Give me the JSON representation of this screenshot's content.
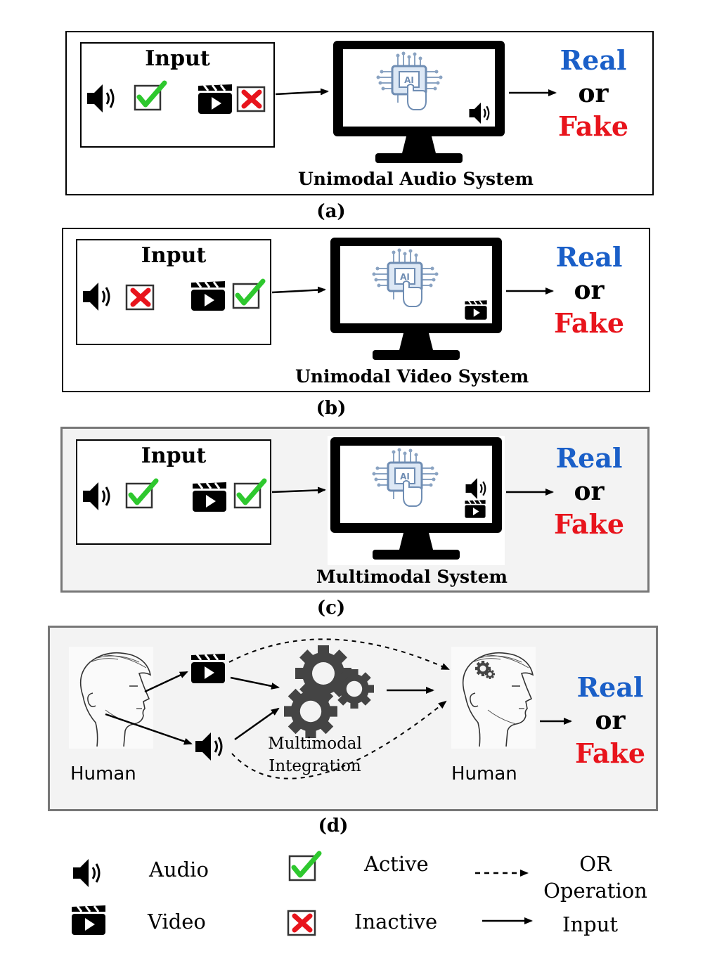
{
  "panels": [
    {
      "id": "a",
      "input_title": "Input",
      "system_label": "Unimodal Audio System",
      "caption": "(a)",
      "audio": "active",
      "video": "inactive"
    },
    {
      "id": "b",
      "input_title": "Input",
      "system_label": "Unimodal Video System",
      "caption": "(b)",
      "audio": "inactive",
      "video": "active"
    },
    {
      "id": "c",
      "input_title": "Input",
      "system_label": "Multimodal System",
      "caption": "(c)",
      "audio": "active",
      "video": "active"
    }
  ],
  "result": {
    "real": "Real",
    "or": "or",
    "fake": "Fake"
  },
  "panel_d": {
    "caption": "(d)",
    "human_left": "Human",
    "human_right": "Human",
    "integration_line1": "Multimodal",
    "integration_line2": "Integration"
  },
  "legend": {
    "audio": "Audio",
    "video": "Video",
    "active": "Active",
    "inactive": "Inactive",
    "or_line1": "OR",
    "or_line2": "Operation",
    "input": "Input"
  },
  "colors": {
    "real": "#1a5fc8",
    "fake": "#e8141c",
    "check": "#2ec82e",
    "cross": "#e8141c",
    "panel_gray_bg": "#f3f3f3",
    "gear": "#444444"
  },
  "icons": [
    "speaker-icon",
    "clapperboard-icon",
    "checkbox-check-icon",
    "checkbox-cross-icon",
    "monitor-icon",
    "ai-chip-icon",
    "gear-icon",
    "human-head-icon"
  ]
}
